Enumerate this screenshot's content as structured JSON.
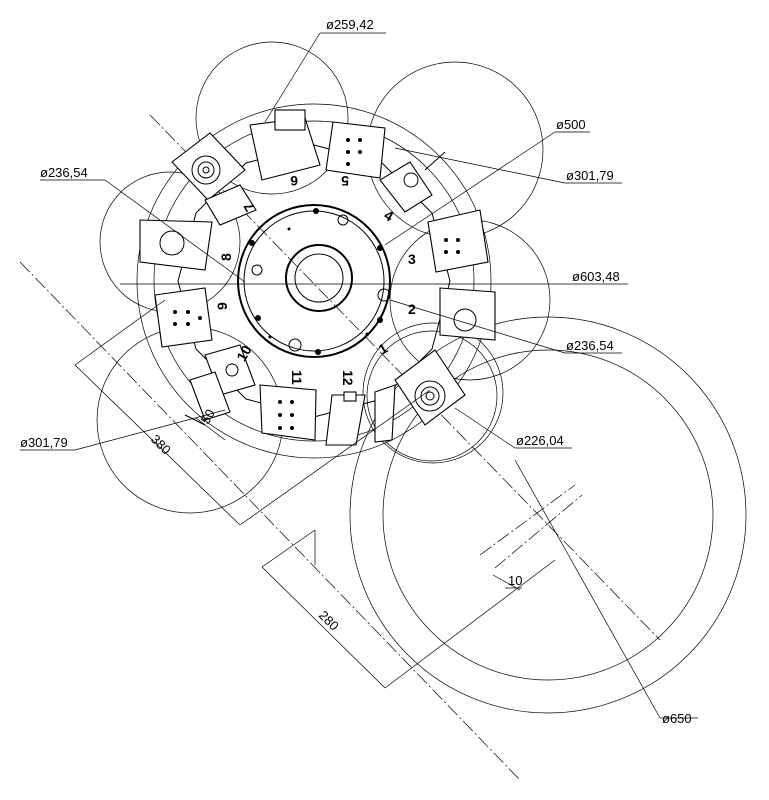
{
  "dimensions": {
    "d259": "ø259,42",
    "d500": "ø500",
    "d301_top": "ø301,79",
    "d236_left": "ø236,54",
    "d603": "ø603,48",
    "d236_right": "ø236,54",
    "d301_bottom": "ø301,79",
    "d226": "ø226,04",
    "d650": "ø650",
    "len380": "380",
    "len50": "50",
    "len280": "280",
    "len10": "10"
  },
  "stations": [
    "1",
    "2",
    "3",
    "4",
    "5",
    "6",
    "7",
    "8",
    "9",
    "10",
    "11",
    "12"
  ]
}
